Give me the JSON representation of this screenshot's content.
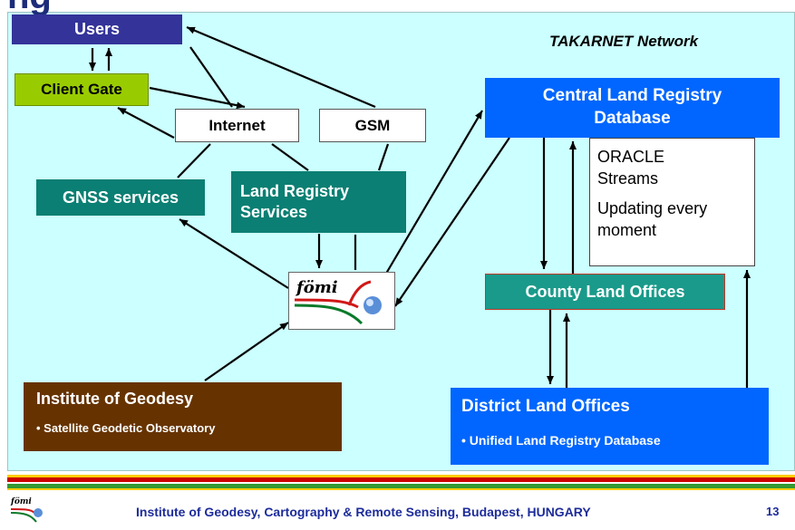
{
  "slide_title_fragment": "ng",
  "network_label": "TAKARNET Network",
  "nodes": {
    "users": "Users",
    "client_gate": "Client Gate",
    "internet": "Internet",
    "gsm": "GSM",
    "gnss": "GNSS services",
    "land_registry_services": [
      "Land Registry",
      "Services"
    ],
    "central_db": [
      "Central Land Registry",
      "Database"
    ],
    "oracle": [
      "ORACLE",
      "Streams",
      "Updating every",
      "moment"
    ],
    "county": "County Land Offices",
    "district": {
      "title": "District Land Offices",
      "bullet": "• Unified Land Registry Database"
    },
    "institute": {
      "title": "Institute of Geodesy",
      "bullet": "• Satellite Geodetic Observatory"
    }
  },
  "logo_text": "fömi",
  "footer": {
    "institution": "Institute of Geodesy, Cartography & Remote Sensing, Budapest, HUNGARY",
    "page_number": "13"
  },
  "colors": {
    "users": "#333399",
    "client_gate": "#99cc00",
    "teal": "#0b7f73",
    "blue": "#0066ff",
    "brown": "#663300",
    "background": "#ccffff"
  }
}
